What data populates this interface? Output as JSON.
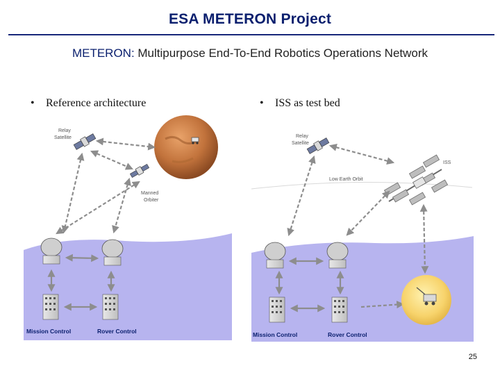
{
  "title": "ESA METERON Project",
  "subtitle": {
    "keyword": "METERON:",
    "text": " Multipurpose End-To-End Robotics Operations Network"
  },
  "bullets": [
    "Reference architecture",
    "ISS as test bed"
  ],
  "left_diagram": {
    "relay_satellite": "Relay Satellite",
    "manned_orbiter": "Manned Orbiter",
    "mission_control": "Mission Control",
    "rover_control": "Rover Control"
  },
  "right_diagram": {
    "relay_satellite": "Relay Satellite",
    "iss": "ISS",
    "low_earth_orbit": "Low Earth Orbit",
    "mission_control": "Mission Control",
    "rover_control": "Rover Control"
  },
  "page_number": "25",
  "colors": {
    "title": "#0a1f6e",
    "ground": "#b7b4ef",
    "mars": "#c77a44",
    "arrow": "#8d8d8d"
  }
}
